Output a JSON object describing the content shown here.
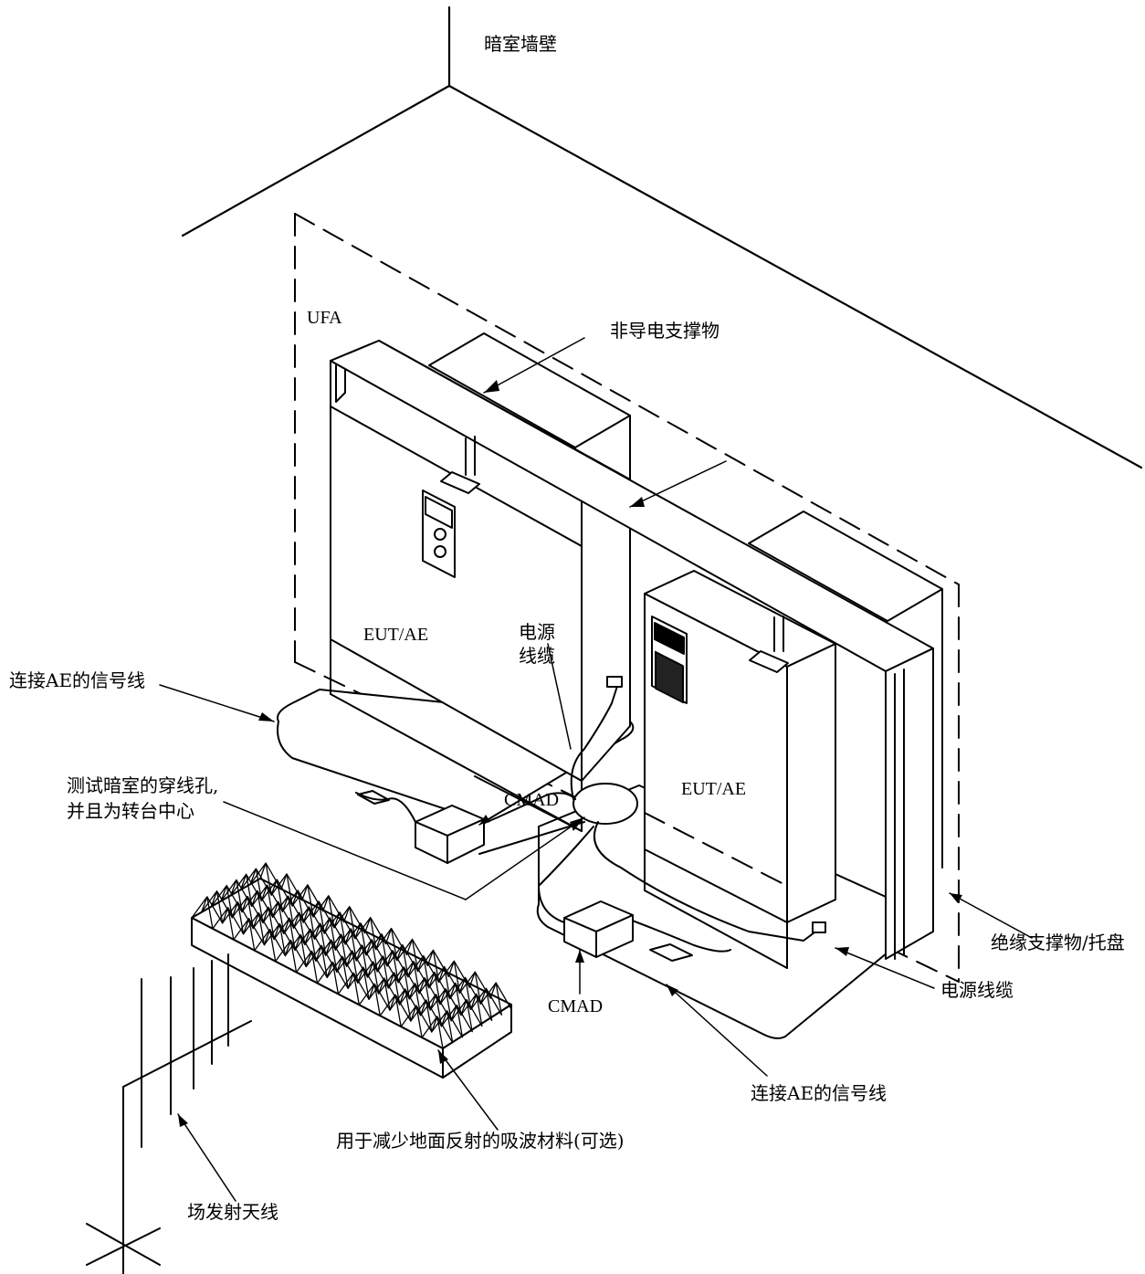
{
  "labels": {
    "chamber_wall": "暗室墙壁",
    "ufa": "UFA",
    "nonconductive_support": "非导电支撑物",
    "eut_ae_left": "EUT/AE",
    "eut_ae_right": "EUT/AE",
    "power_cable_center_line1": "电源",
    "power_cable_center_line2": "线缆",
    "signal_line_ae_left": "连接AE的信号线",
    "feedthrough_line1": "测试暗室的穿线孔,",
    "feedthrough_line2": "并且为转台中心",
    "cmad_top": "CMAD",
    "cmad_bottom": "CMAD",
    "insulating_support": "绝缘支撑物/托盘",
    "power_cable_right": "电源线缆",
    "signal_line_ae_bottom": "连接AE的信号线",
    "absorber": "用于减少地面反射的吸波材料(可选)",
    "antenna": "场发射天线"
  },
  "colors": {
    "line": "#000000",
    "background": "#ffffff"
  }
}
